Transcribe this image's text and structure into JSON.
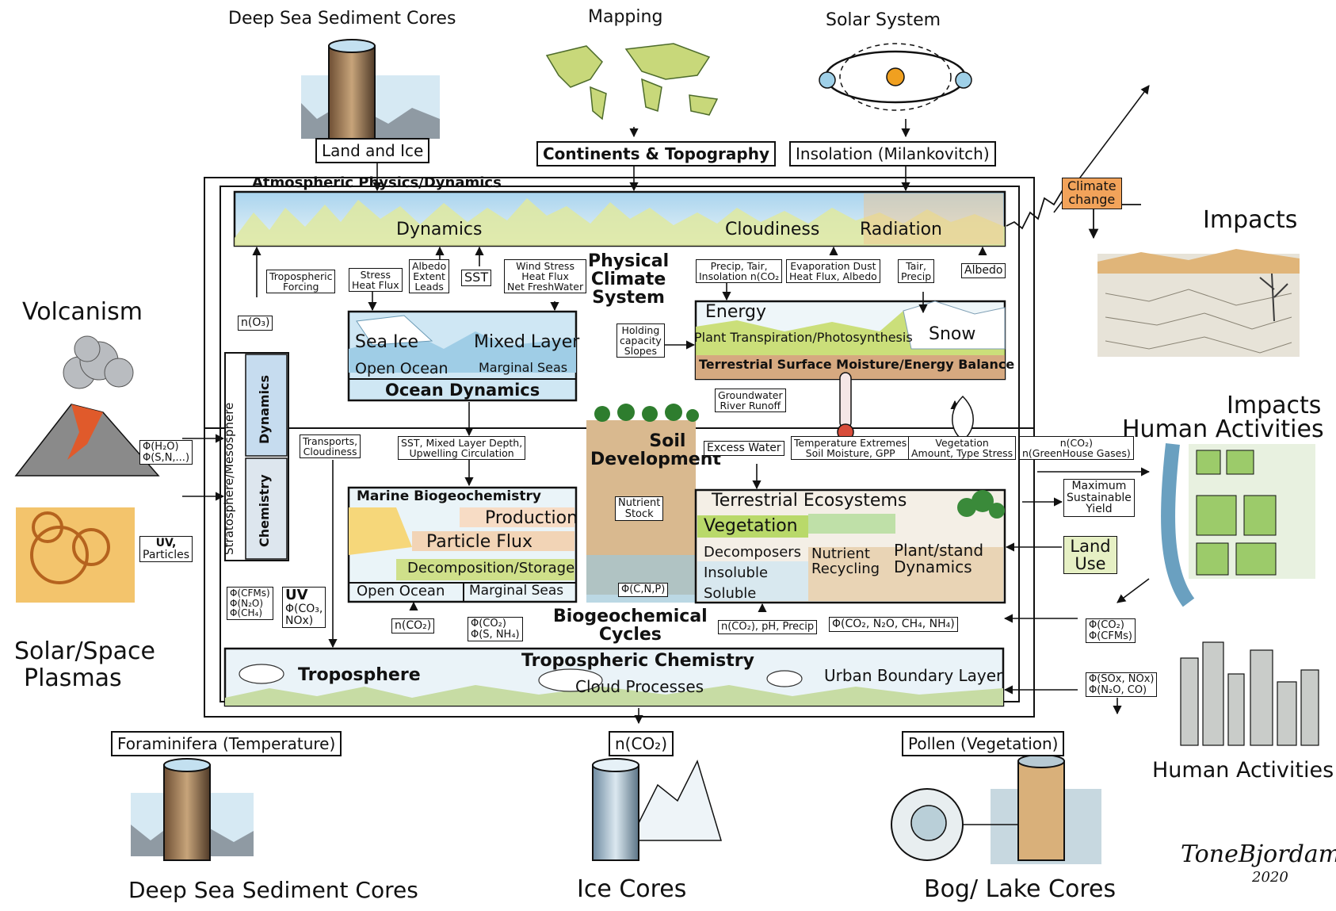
{
  "colors": {
    "ink": "#111111",
    "sky": "#bcdff0",
    "grass": "#cfe08a",
    "sea": "#9fcde6",
    "soil": "#c9a070",
    "orange": "#f2a35a",
    "sun": "#f0a020"
  },
  "titles": {
    "deep_sea_top": "Deep Sea Sediment Cores",
    "mapping": "Mapping",
    "solar_system": "Solar System",
    "volcanism": "Volcanism",
    "solar_space": "Solar/Space",
    "plasmas": "Plasmas",
    "impacts": "Impacts",
    "impacts_human_1": "Impacts",
    "impacts_human_2": "Human Activities",
    "human_activities": "Human Activities",
    "deep_sea_bottom": "Deep Sea Sediment Cores",
    "ice_cores": "Ice Cores",
    "bog_lake": "Bog/ Lake Cores",
    "physical_1": "Physical",
    "physical_2": "Climate",
    "physical_3": "System",
    "biogeo_1": "Biogeochemical",
    "biogeo_2": "Cycles"
  },
  "labels": {
    "land_ice": "Land and Ice",
    "continents": "Continents & Topography",
    "insolation": "Insolation (Milankovitch)",
    "climate_change_1": "Climate",
    "climate_change_2": "change",
    "foraminifera": "Foraminifera (Temperature)",
    "nco2_bottom": "n(CO₂)",
    "pollen": "Pollen (Vegetation)",
    "land_use_1": "Land",
    "land_use_2": "Use",
    "max_yield_1": "Maximum",
    "max_yield_2": "Sustainable",
    "max_yield_3": "Yield",
    "signature": "ToneBjordam",
    "year": "2020"
  },
  "atmosphere": {
    "header": "Atmospheric Physics/Dynamics",
    "dynamics": "Dynamics",
    "cloudiness": "Cloudiness",
    "radiation": "Radiation"
  },
  "small_labels": {
    "trop_forcing_1": "Tropospheric",
    "trop_forcing_2": "Forcing",
    "stress_1": "Stress",
    "stress_2": "Heat Flux",
    "albedo_1": "Albedo",
    "albedo_2": "Extent",
    "albedo_3": "Leads",
    "sst": "SST",
    "wind_1": "Wind Stress",
    "wind_2": "Heat Flux",
    "wind_3": "Net FreshWater",
    "precip_1": "Precip, Tair,",
    "precip_2": "Insolation n(CO₂",
    "evap_1": "Evaporation Dust",
    "evap_2": "Heat Flux, Albedo",
    "tair_1": "Tair,",
    "tair_2": "Precip",
    "albedo_right": "Albedo",
    "no3": "n(O₃)",
    "holding_1": "Holding",
    "holding_2": "capacity",
    "holding_3": "Slopes",
    "groundwater_1": "Groundwater",
    "groundwater_2": "River Runoff",
    "transports_1": "Transports,",
    "transports_2": "Cloudiness",
    "sst_mixed_1": "SST, Mixed Layer Depth,",
    "sst_mixed_2": "Upwelling Circulation",
    "excess_water": "Excess Water",
    "temp_ext_1": "Temperature Extremes",
    "temp_ext_2": "Soil Moisture, GPP",
    "veg_amount_1": "Vegetation",
    "veg_amount_2": "Amount, Type Stress",
    "nco2_green_1": "n(CO₂)",
    "nco2_green_2": "n(GreenHouse Gases)",
    "phi_h2o": "Φ(H₂O)",
    "phi_sn": "Φ(S,N,...)",
    "uv_1": "UV,",
    "uv_2": "Particles",
    "nutrient_1": "Nutrient",
    "nutrient_2": "Stock",
    "phi_cnp": "Φ(C,N,P)",
    "phi_cfms_1": "Φ(CFMs)",
    "phi_cfms_2": "Φ(N₂O)",
    "phi_cfms_3": "Φ(CH₄)",
    "uv_big_1": "UV",
    "uv_big_2": "Φ(CO₃,",
    "uv_big_3": "NOx)",
    "nco2_ocean": "n(CO₂)",
    "phi_co2_ocean_1": "Φ(CO₂)",
    "phi_co2_ocean_2": "Φ(S, NH₄)",
    "nco2_ph": "n(CO₂), pH, Precip",
    "phi_co2_terr": "Φ(CO₂, N₂O, CH₄, NH₄)",
    "phi_co2_cfms_1": "Φ(CO₂)",
    "phi_co2_cfms_2": "Φ(CFMs)",
    "phi_sox_1": "Φ(SOx, NOx)",
    "phi_sox_2": "Φ(N₂O, CO)"
  },
  "stratosphere": {
    "vertical": "Stratosphere/Mesosphere",
    "dynamics": "Dynamics",
    "chemistry": "Chemistry"
  },
  "ocean": {
    "sea_ice": "Sea Ice",
    "mixed_layer": "Mixed Layer",
    "open_ocean": "Open Ocean",
    "marginal_seas": "Marginal Seas",
    "title": "Ocean Dynamics"
  },
  "terrestrial_top": {
    "energy": "Energy",
    "plant": "Plant Transpiration/Photosynthesis",
    "snow": "Snow",
    "title": "Terrestrial Surface Moisture/Energy Balance"
  },
  "soil": {
    "line1": "Soil",
    "line2": "Development"
  },
  "marine": {
    "title": "Marine Biogeochemistry",
    "production": "Production",
    "particle": "Particle Flux",
    "decomp": "Decomposition/Storage",
    "open_ocean": "Open Ocean",
    "marginal": "Marginal Seas"
  },
  "terr_eco": {
    "title": "Terrestrial Ecosystems",
    "vegetation": "Vegetation",
    "decomposers": "Decomposers",
    "insoluble": "Insoluble",
    "soluble": "Soluble",
    "nutrient_1": "Nutrient",
    "nutrient_2": "Recycling",
    "plant_1": "Plant/stand",
    "plant_2": "Dynamics"
  },
  "tropo": {
    "troposphere": "Troposphere",
    "chemistry": "Tropospheric Chemistry",
    "cloud": "Cloud Processes",
    "urban": "Urban Boundary Layer"
  }
}
